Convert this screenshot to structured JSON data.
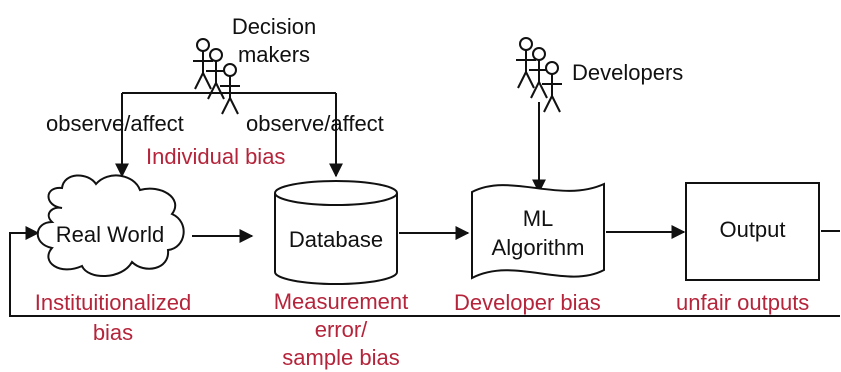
{
  "actors": {
    "decision_makers": "Decision\nmakers",
    "developers": "Developers"
  },
  "edges": {
    "observe_left": "observe/affect",
    "observe_right": "observe/affect"
  },
  "nodes": {
    "real_world": "Real World",
    "database": "Database",
    "ml_algorithm": "ML\nAlgorithm",
    "output": "Output"
  },
  "biases": {
    "individual": "Individual bias",
    "institutionalized": "Instituitionalized\nbias",
    "measurement": "Measurement\nerror/\nsample bias",
    "developer": "Developer bias",
    "unfair": "unfair outputs"
  },
  "colors": {
    "bias_text": "#b5243a",
    "line": "#111111"
  }
}
